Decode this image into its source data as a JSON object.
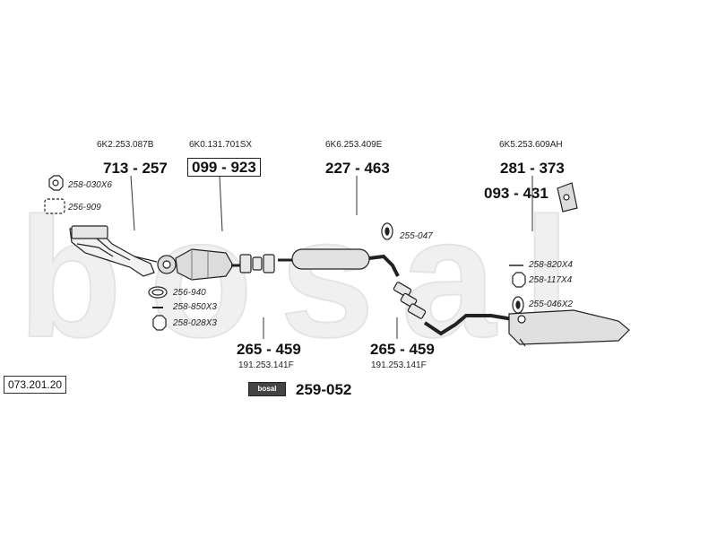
{
  "watermark": "bosal",
  "reference": "073.201.20",
  "groups": {
    "downpipe": {
      "oem": "6K2.253.087B",
      "part": "713 - 257"
    },
    "catalyst": {
      "oem": "6K0.131.701SX",
      "part": "099 - 923"
    },
    "mid_silencer": {
      "oem": "6K6.253.409E",
      "part": "227 - 463"
    },
    "rear_silencer": {
      "oem": "6K5.253.609AH",
      "part": "281 - 373"
    },
    "mount": {
      "part": "093 - 431"
    },
    "clamp_left": {
      "part": "265 - 459",
      "oem": "191.253.141F"
    },
    "clamp_right": {
      "part": "265 - 459",
      "oem": "191.253.141F"
    },
    "kit": {
      "part": "259-052",
      "badge": "bosal"
    }
  },
  "small_parts": {
    "nut_top": "258-030X6",
    "gasket_top": "256-909",
    "gasket_ring": "256-940",
    "bolt": "258-850X3",
    "nut_bottom": "258-028X3",
    "hanger_mid": "255-047",
    "bolt_rear": "258-820X4",
    "nut_rear": "258-117X4",
    "hanger_rear": "255-046X2"
  }
}
